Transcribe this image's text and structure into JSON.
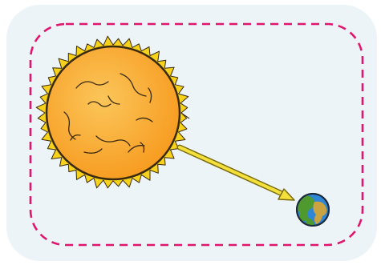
{
  "diagram": {
    "elements": [
      {
        "name": "sun",
        "icon": "sun-icon"
      },
      {
        "name": "light-ray",
        "icon": "arrow-icon"
      },
      {
        "name": "earth",
        "icon": "earth-icon"
      }
    ]
  },
  "colors": {
    "panel_background": "#edf4f7",
    "dashed_border": "#e0166e",
    "sun_fill": "#f79a1e",
    "sun_highlight": "#fbc65a",
    "sun_outline": "#3a2a10",
    "sun_flame": "#f7d21a",
    "ray": "#f4e03a",
    "ray_outline": "#7a6a10",
    "ocean": "#2f86d6",
    "land": "#4e9a2e",
    "land_dry": "#c9a441"
  }
}
